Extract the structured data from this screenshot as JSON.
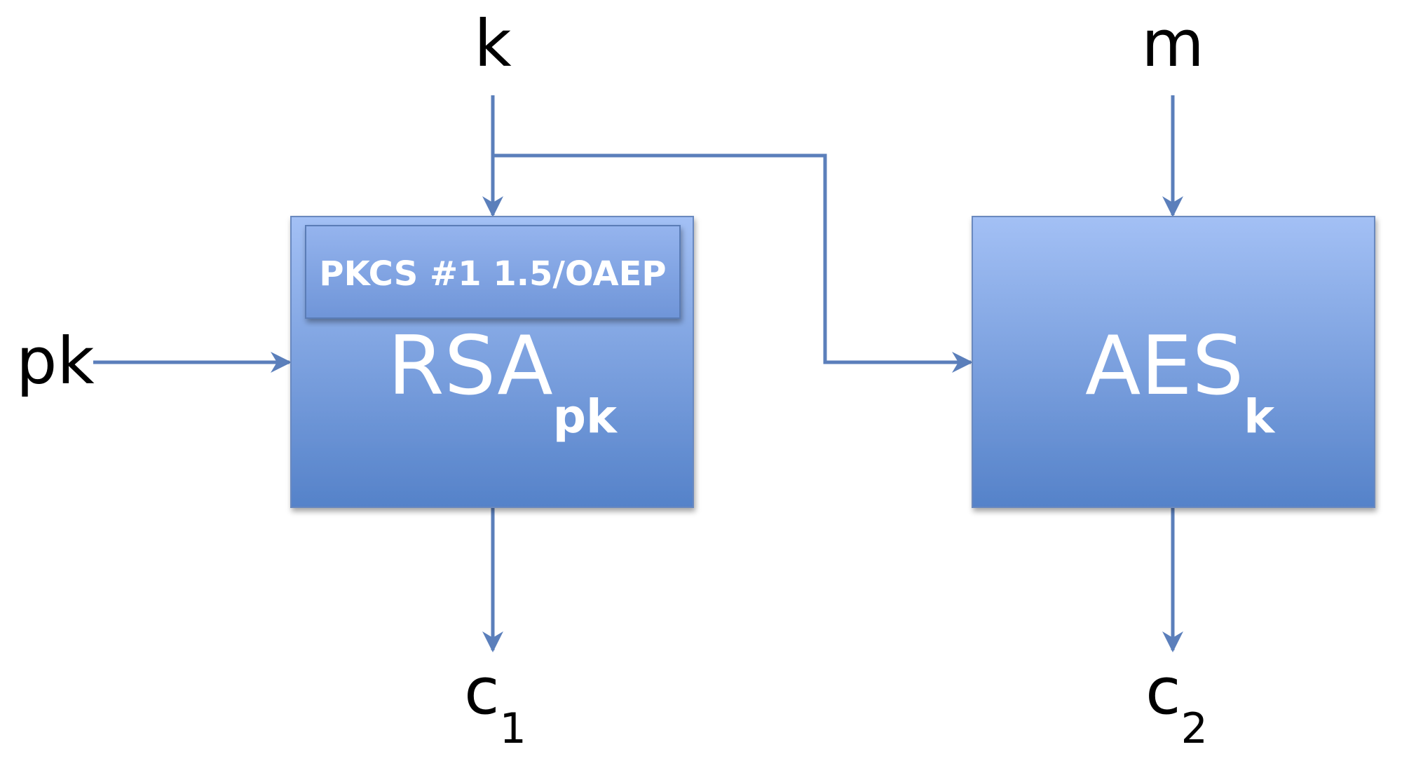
{
  "inputs": {
    "k": "k",
    "m": "m",
    "pk": "pk"
  },
  "rsa": {
    "title": "RSA",
    "subscript": "pk",
    "padding": "PKCS #1 1.5/OAEP"
  },
  "aes": {
    "title": "AES",
    "subscript": "k"
  },
  "outputs": {
    "c1_base": "c",
    "c1_index": "1",
    "c2_base": "c",
    "c2_index": "2"
  },
  "colors": {
    "box_top": "#a3c0f5",
    "box_bottom": "#5582c9",
    "box_border": "#6b89bf",
    "inner_top": "#8fb0ec",
    "inner_bottom": "#6f95d8",
    "connector": "#5b7fbb",
    "text_dark": "#000000",
    "text_light": "#ffffff"
  }
}
